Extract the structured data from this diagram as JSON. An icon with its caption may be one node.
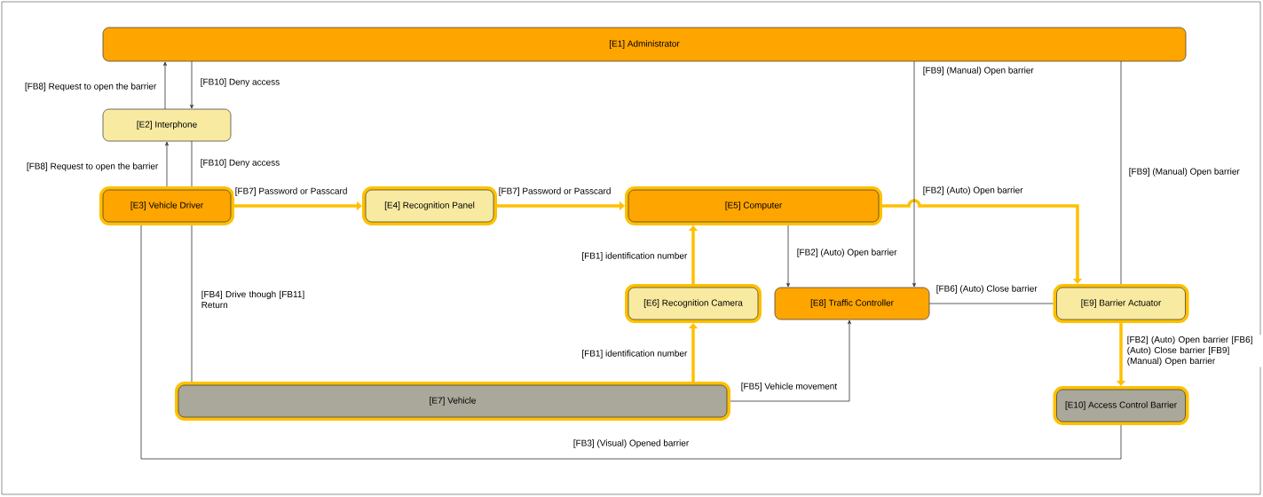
{
  "diagram": {
    "nodes": [
      {
        "text": [
          "[E1] Administrator"
        ]
      },
      {
        "text": [
          "[E2] Interphone"
        ]
      },
      {
        "text": [
          "[E3] Vehicle Driver"
        ]
      },
      {
        "text": [
          "[E4] Recognition Panel"
        ]
      },
      {
        "text": [
          "[E5] Computer"
        ]
      },
      {
        "text": [
          "[E6] Recognition Camera"
        ]
      },
      {
        "text": [
          "[E7] Vehicle"
        ]
      },
      {
        "text": [
          "[E8] Traffic Controller"
        ]
      },
      {
        "text": [
          "[E9] Barrier Actuator"
        ]
      },
      {
        "text": [
          "[E10] Access Control Barrier"
        ]
      }
    ],
    "edges": [
      {
        "from": 1,
        "to": 0,
        "arrow": "to",
        "label": "[FB8] Request to open the barrier"
      },
      {
        "from": 0,
        "to": 1,
        "arrow": "to",
        "label": "[FB10] Deny access"
      },
      {
        "from": 2,
        "to": 1,
        "arrow": "to",
        "label": "[FB8] Request to open the barrier"
      },
      {
        "from": 1,
        "to": 2,
        "arrow": "none",
        "label": "[FB10] Deny access"
      },
      {
        "from": 2,
        "to": 3,
        "arrow": "to",
        "label": "[FB7] Password or Passcard",
        "style": "thick",
        "color": "#ffc000"
      },
      {
        "from": 3,
        "to": 4,
        "arrow": "to",
        "label": "[FB7] Password or Passcard",
        "style": "thick",
        "color": "#ffc000"
      },
      {
        "from": 4,
        "to": 8,
        "arrow": "to",
        "label": "[FB2] (Auto) Open barrier",
        "style": "thick",
        "color": "#ffc000"
      },
      {
        "from": 5,
        "to": 4,
        "arrow": "to",
        "label": "[FB1] identification number",
        "style": "thick",
        "color": "#ffc000"
      },
      {
        "from": 6,
        "to": 5,
        "arrow": "to",
        "label": "[FB1] identification number",
        "style": "thick",
        "color": "#ffc000"
      },
      {
        "from": 4,
        "to": 7,
        "arrow": "to",
        "label": "[FB2] (Auto) Open barrier"
      },
      {
        "from": 0,
        "to": 7,
        "arrow": "to",
        "label": "[FB9] (Manual) Open barrier"
      },
      {
        "from": 0,
        "to": 8,
        "arrow": "none",
        "label": "[FB9] (Manual) Open barrier"
      },
      {
        "from": 7,
        "to": 8,
        "arrow": "none",
        "label": "[FB6] (Auto) Close barrier"
      },
      {
        "from": 6,
        "to": 7,
        "arrow": "to",
        "label": "[FB5] Vehicle movement"
      },
      {
        "from": 8,
        "to": 9,
        "arrow": "to",
        "label": "[FB2] (Auto) Open barrier [FB6] (Auto) Close barrier [FB9] (Manual) Open barrier",
        "style": "thick",
        "color": "#ffc000"
      },
      {
        "from": 2,
        "to": 6,
        "arrow": "none",
        "label": "[FB4] Drive though [FB11] Return"
      },
      {
        "from": 2,
        "to": 9,
        "arrow": "none",
        "label": "[FB3] (Visual) Opened barrier"
      }
    ]
  }
}
